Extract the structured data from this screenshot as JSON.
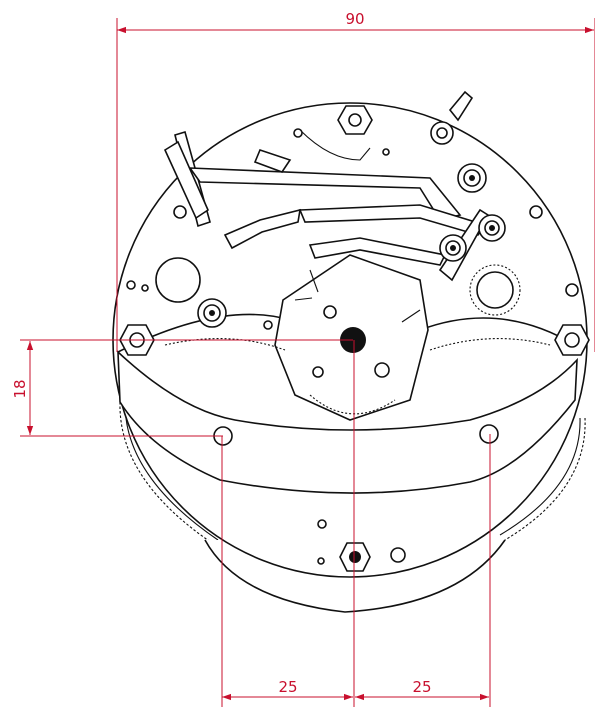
{
  "dimensions": {
    "overall_width": "90",
    "hole_offset_vertical": "18",
    "hole_spacing_left": "25",
    "hole_spacing_right": "25"
  },
  "colors": {
    "dimension": "#c8102e",
    "outline": "#111111",
    "background": "#ffffff"
  }
}
